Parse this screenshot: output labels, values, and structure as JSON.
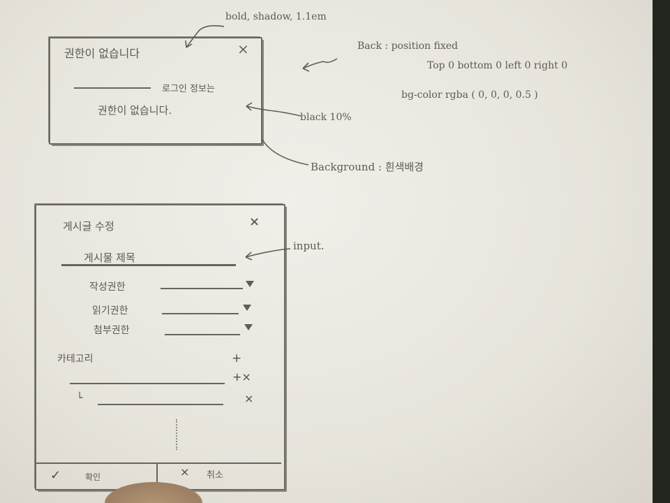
{
  "annotations": {
    "modal_note": "bold, shadow, 1.1em",
    "backdrop_label": "Back : position fixed",
    "backdrop_position": "Top 0   bottom 0  left 0  right 0",
    "backdrop_bg": "bg-color    rgba ( 0, 0, 0, 0.5 )",
    "black_note": "black 10%",
    "background_note": "Background : 흰색배경",
    "input_note": "input."
  },
  "alert_modal": {
    "title": "권한이 없습니다",
    "close": "×",
    "line_text": "로그인 정보는",
    "message": "권한이 없습니다."
  },
  "edit_modal": {
    "title": "게시글 수정",
    "close": "×",
    "input_title": "게시물 제목",
    "fields": [
      {
        "label": "작성권한"
      },
      {
        "label": "읽기권한"
      },
      {
        "label": "첨부권한"
      }
    ],
    "category_label": "카테고리",
    "add_symbol": "+",
    "add_remove_symbol": "+×",
    "remove_symbol": "×",
    "sub_marker": "└",
    "footer_confirm_icon": "✓",
    "footer_confirm_label": "확인",
    "footer_cancel_icon": "×",
    "footer_cancel_label": "취소"
  },
  "icons": [
    "close-icon",
    "dropdown-triangle-icon",
    "plus-icon",
    "check-icon",
    "arrow-icon"
  ]
}
